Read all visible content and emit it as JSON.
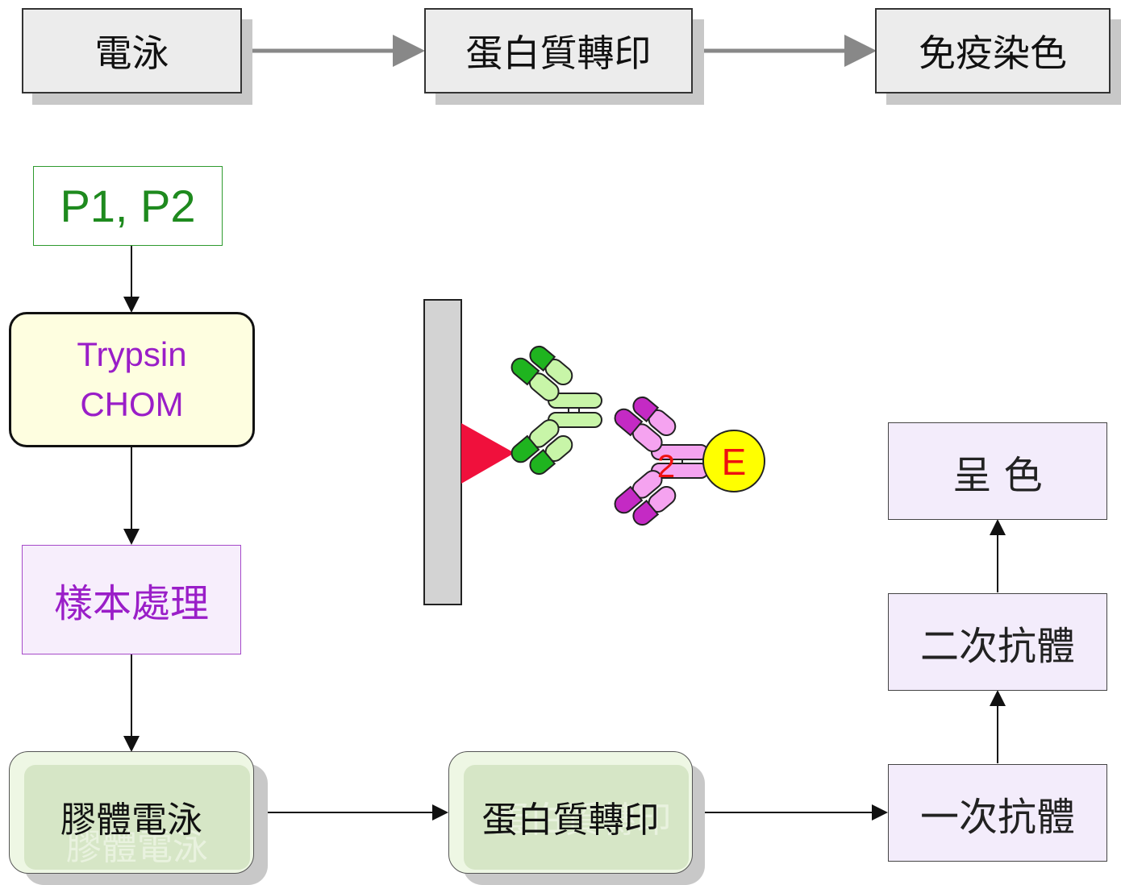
{
  "top_flow": [
    "電泳",
    "蛋白質轉印",
    "免疫染色"
  ],
  "left_flow": {
    "p_label": "P1, P2",
    "enzyme_line1": "Trypsin",
    "enzyme_line2": "CHOM",
    "sample": "樣本處理"
  },
  "bottom_flow": [
    "膠體電泳",
    "蛋白質轉印",
    "一次抗體"
  ],
  "right_flow": [
    "二次抗體",
    "呈 色"
  ],
  "illustration": {
    "enzyme_label": "E",
    "secondary_label": "2",
    "colors": {
      "membrane": "#d3d3d3",
      "antigen": "#f0103c",
      "primary_antibody_dark": "#1fb41f",
      "primary_antibody_light": "#c8f5a8",
      "secondary_antibody_dark": "#c42ac4",
      "secondary_antibody_light": "#f5a3f0",
      "enzyme": "#ffff00"
    }
  }
}
